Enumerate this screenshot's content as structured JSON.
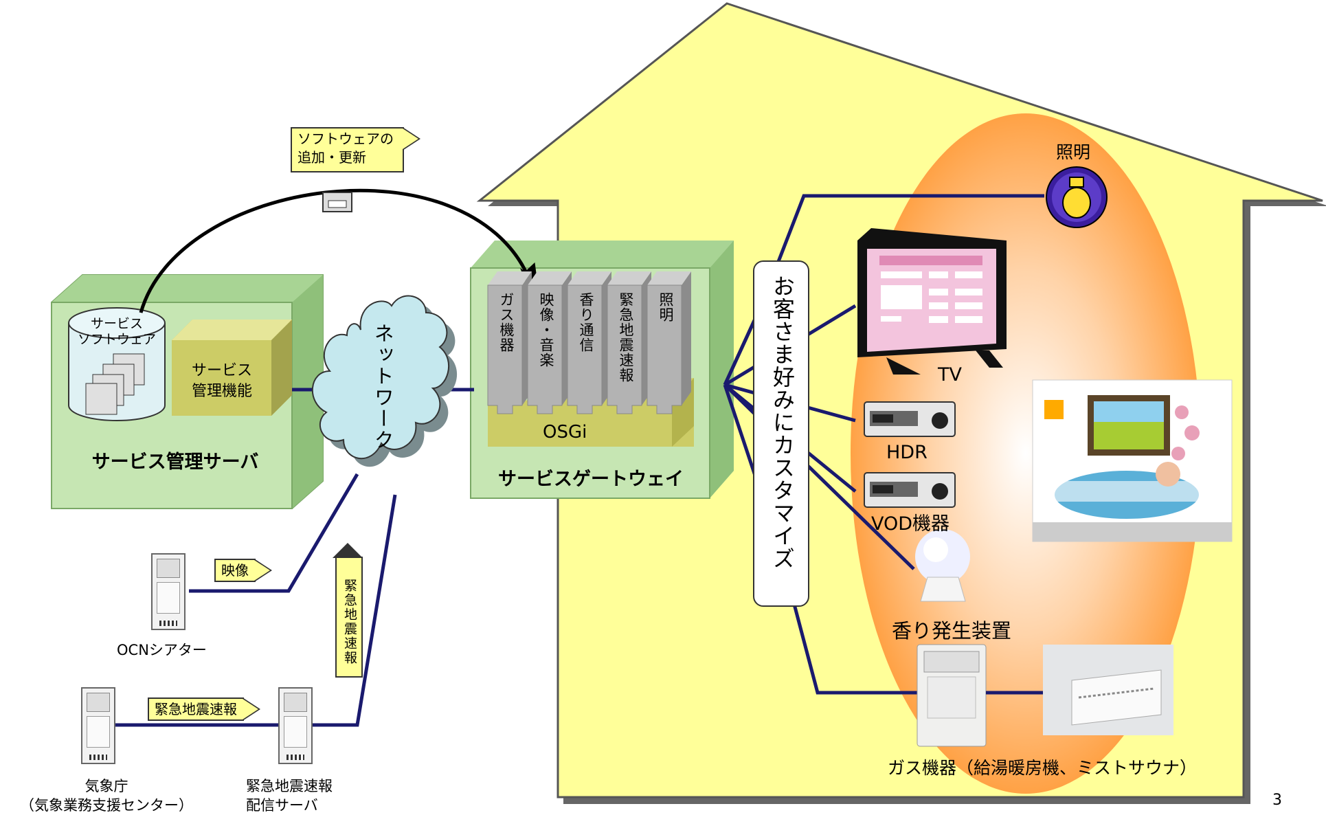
{
  "left": {
    "server_title": "サービス管理サーバ",
    "db_label": "サービス\nソフトウェア",
    "mgmt_label": "サービス\n管理機能",
    "software_flag": "ソフトウェアの\n追加・更新",
    "network_label": "ネットワーク",
    "ocn_flag": "映像",
    "ocn_label": "OCNシアター",
    "eq_flag_vertical": "緊急地震速報",
    "eq_flag_horizontal": "緊急地震速報",
    "jma_label": "気象庁\n（気象業務支援センター）",
    "eq_server_label": "緊急地震速報\n配信サーバ"
  },
  "gateway": {
    "title": "サービスゲートウェイ",
    "osgi": "OSGi",
    "bundles": [
      "ガス機器",
      "映像・音楽",
      "香り通信",
      "緊急地震速報",
      "照明"
    ]
  },
  "house": {
    "customize_label": "お客さま好みにカスタマイズ",
    "devices": {
      "light": "照明",
      "tv": "TV",
      "hdr": "HDR",
      "vod": "VOD機器",
      "aroma": "香り発生装置",
      "gas": "ガス機器（給湯暖房機、ミストサウナ）"
    }
  },
  "page_number": "3",
  "colors": {
    "house_fill": "#ffff99",
    "box_green": "#c6e6b3",
    "bundle_gray": "#b3b3b3",
    "osgi_fill": "#cccc66",
    "line_navy": "#1a1a6e",
    "cloud_fill": "#c5e8ee",
    "orange": "#ff9933"
  }
}
